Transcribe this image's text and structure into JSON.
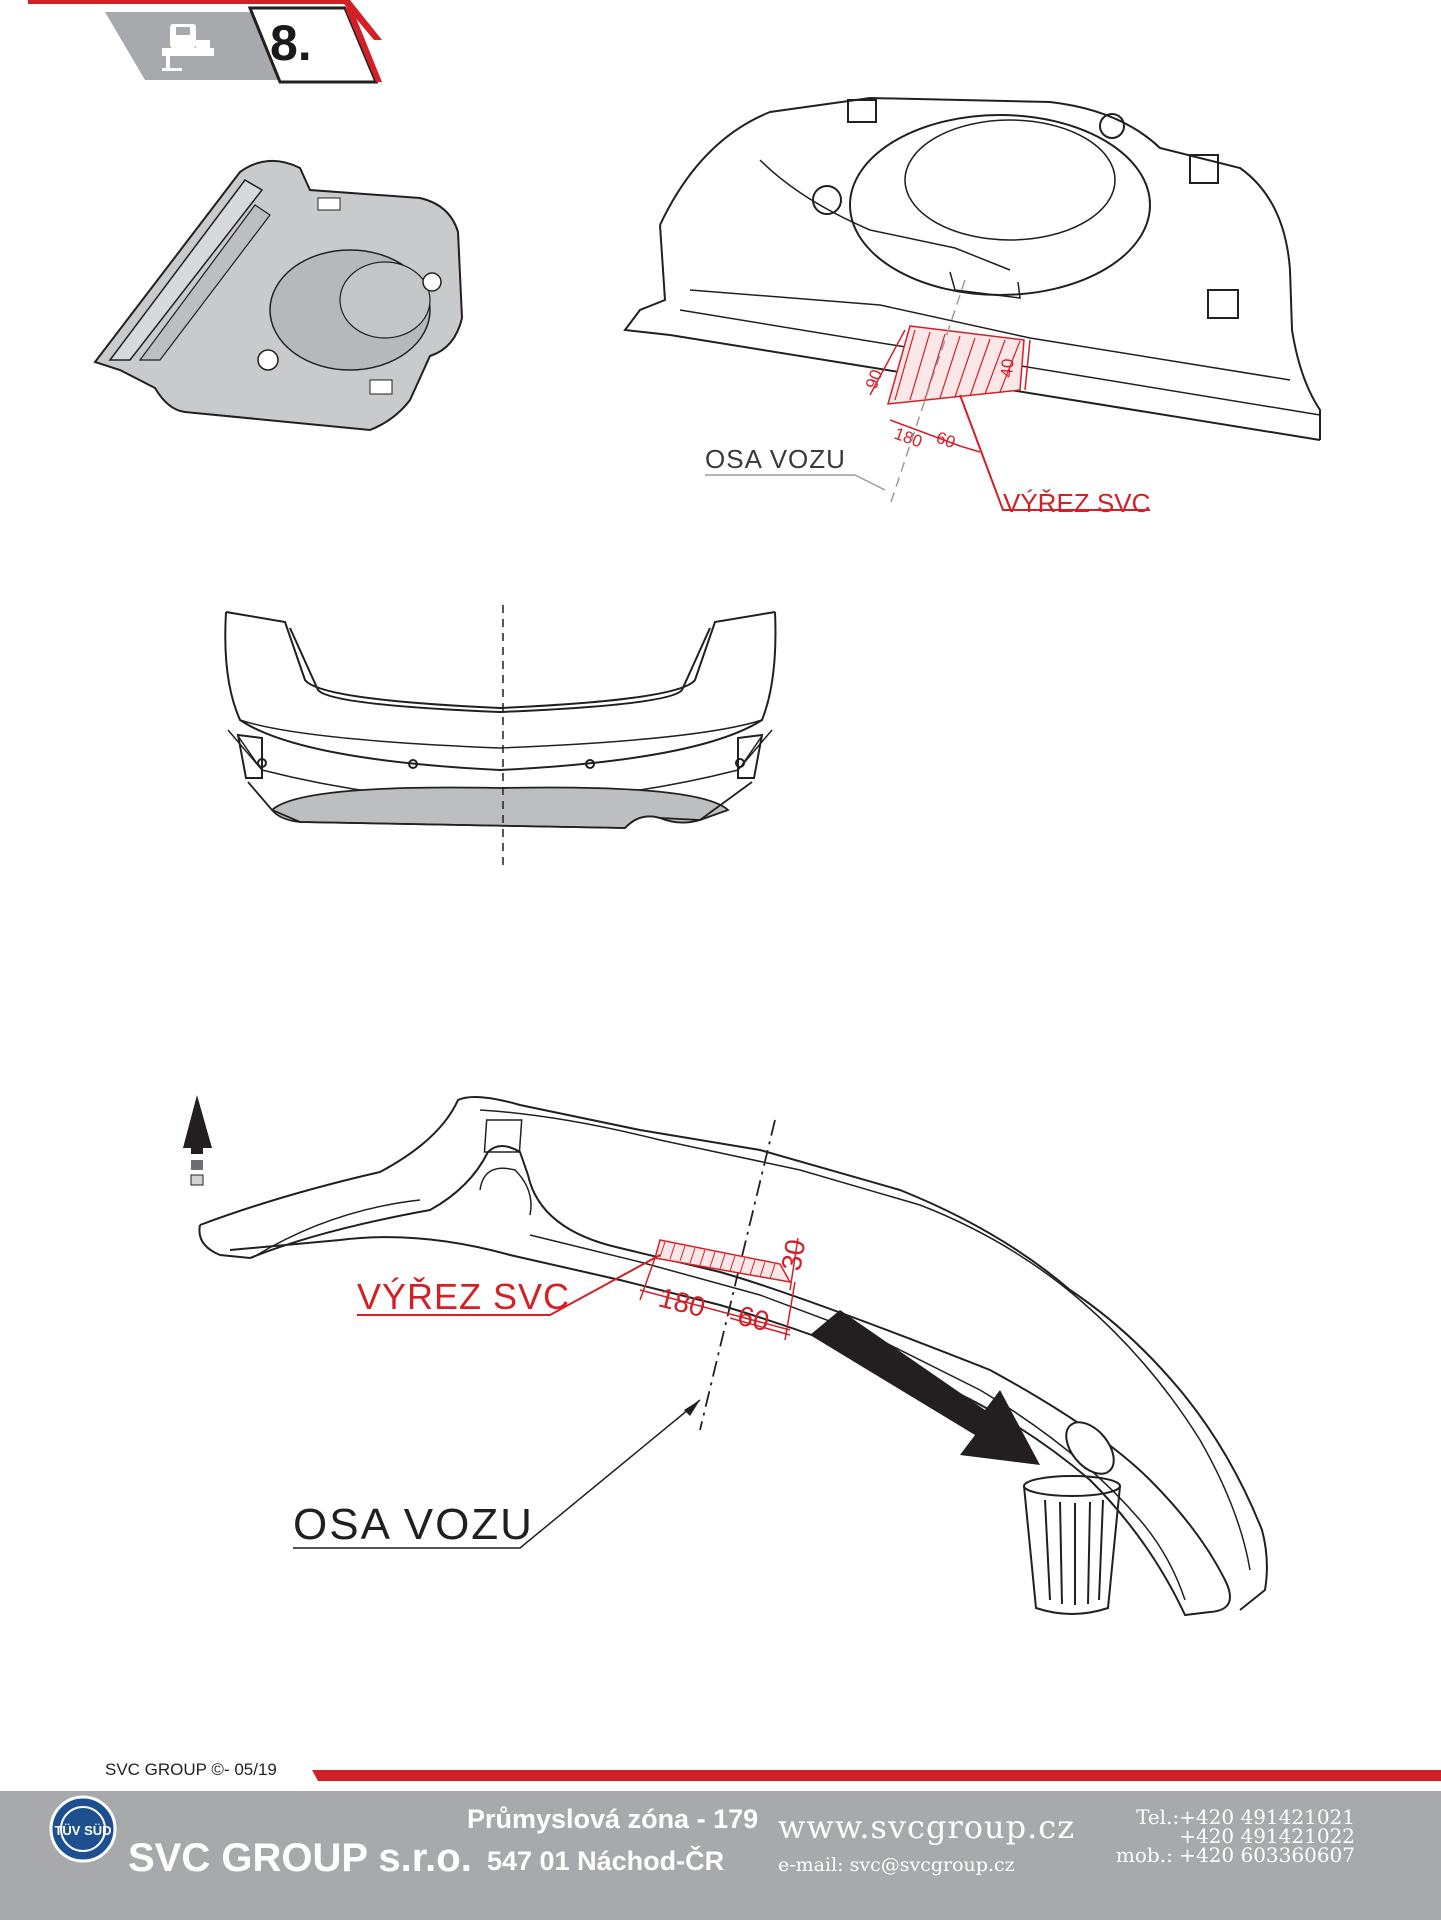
{
  "step": {
    "number": "8."
  },
  "top_diagram": {
    "osa_label": "OSA VOZU",
    "vyrez_label": "VÝŘEZ SVC",
    "dims": [
      "90",
      "180",
      "60",
      "40"
    ]
  },
  "bottom_diagram": {
    "vyrez_label": "VÝŘEZ SVC",
    "osa_label": "OSA VOZU",
    "dims": [
      "180",
      "60",
      "30"
    ]
  },
  "footer": {
    "copyright": "SVC GROUP ©- 05/19",
    "tuv_badge": "TÜV SÜD",
    "company": "SVC GROUP s.r.o.",
    "address_line1": "Průmyslová zóna - 179",
    "address_line2": "547 01 Náchod-ČR",
    "web": "www.svcgroup.cz",
    "email": "e-mail: svc@svcgroup.cz",
    "phones": [
      "Tel.:+420 491421021",
      "+420 491421022",
      "mob.: +420 603360607"
    ]
  },
  "colors": {
    "accent_red": "#d32027",
    "footer_gray": "#a7a9ac",
    "header_gray": "#a7a9ac"
  },
  "icons": [
    "jigsaw-icon",
    "up-arrow-icon",
    "trash-can-icon",
    "tuv-logo"
  ]
}
